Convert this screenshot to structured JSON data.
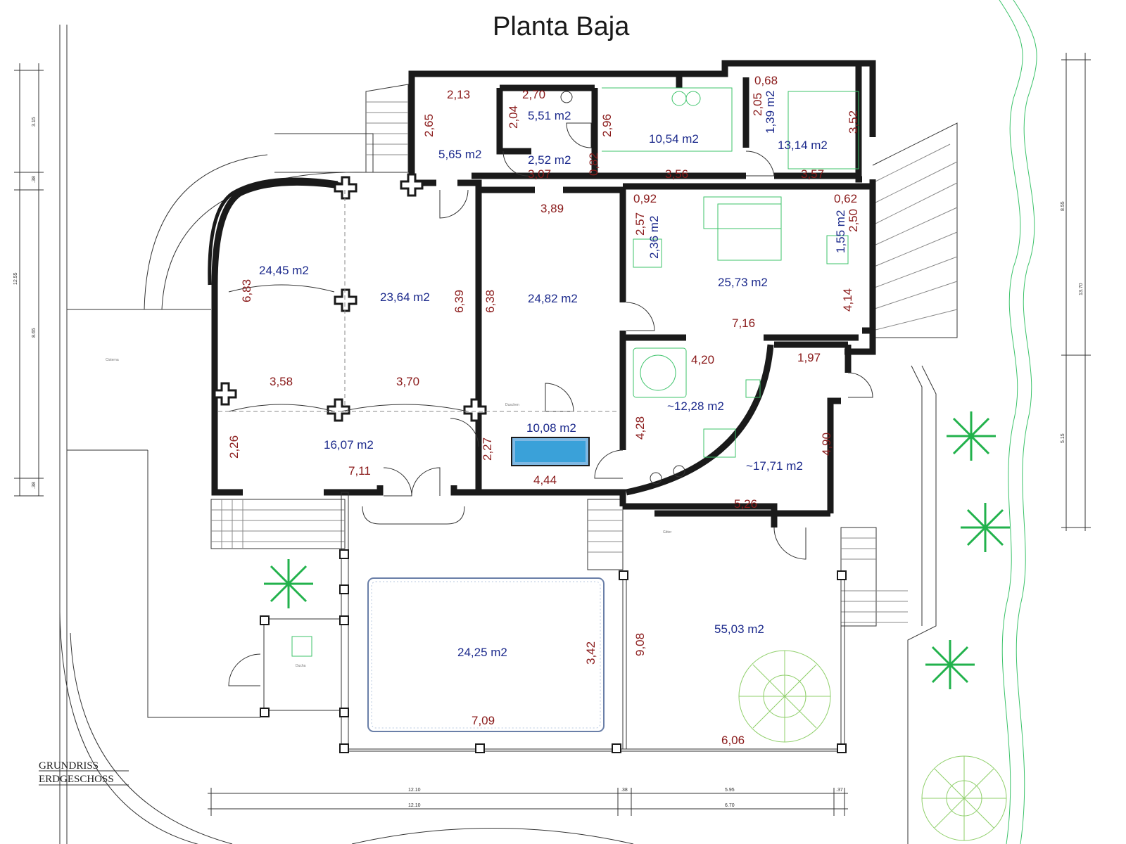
{
  "title": "Planta Baja",
  "caption": {
    "line1": "GRUNDRISS",
    "line2": "ERDGESCHOSS"
  },
  "areas": [
    {
      "id": "a1",
      "text": "5,65 m2"
    },
    {
      "id": "a2",
      "text": "5,51 m2"
    },
    {
      "id": "a3",
      "text": "2,52 m2"
    },
    {
      "id": "a4",
      "text": "10,54 m2"
    },
    {
      "id": "a5",
      "text": "13,14 m2"
    },
    {
      "id": "a6",
      "text": "1,39 m2"
    },
    {
      "id": "a7",
      "text": "24,45 m2"
    },
    {
      "id": "a8",
      "text": "23,64 m2"
    },
    {
      "id": "a9",
      "text": "24,82 m2"
    },
    {
      "id": "a10",
      "text": "25,73 m2"
    },
    {
      "id": "a11",
      "text": "2,36 m2"
    },
    {
      "id": "a12",
      "text": "1,55 m2"
    },
    {
      "id": "a13",
      "text": "~12,28 m2"
    },
    {
      "id": "a14",
      "text": "16,07 m2"
    },
    {
      "id": "a15",
      "text": "10,08 m2"
    },
    {
      "id": "a16",
      "text": "~17,71 m2"
    },
    {
      "id": "a17",
      "text": "24,25 m2"
    },
    {
      "id": "a18",
      "text": "55,03 m2"
    }
  ],
  "dims": [
    {
      "id": "d1",
      "text": "2,13"
    },
    {
      "id": "d2",
      "text": "2,65"
    },
    {
      "id": "d3",
      "text": "2,70"
    },
    {
      "id": "d4",
      "text": "2,04"
    },
    {
      "id": "d5",
      "text": "2,96"
    },
    {
      "id": "d6",
      "text": "0,68"
    },
    {
      "id": "d7",
      "text": "2,05"
    },
    {
      "id": "d8",
      "text": "3,52"
    },
    {
      "id": "d9",
      "text": "3,07"
    },
    {
      "id": "d10",
      "text": "0,82"
    },
    {
      "id": "d11",
      "text": "3,56"
    },
    {
      "id": "d12",
      "text": "3,57"
    },
    {
      "id": "d13",
      "text": "3,89"
    },
    {
      "id": "d14",
      "text": "0,92"
    },
    {
      "id": "d15",
      "text": "2,57"
    },
    {
      "id": "d16",
      "text": "0,62"
    },
    {
      "id": "d17",
      "text": "2,50"
    },
    {
      "id": "d18",
      "text": "6,83"
    },
    {
      "id": "d19",
      "text": "6,39"
    },
    {
      "id": "d20",
      "text": "6,38"
    },
    {
      "id": "d21",
      "text": "4,14"
    },
    {
      "id": "d22",
      "text": "7,16"
    },
    {
      "id": "d23",
      "text": "4,20"
    },
    {
      "id": "d24",
      "text": "1,97"
    },
    {
      "id": "d25",
      "text": "3,58"
    },
    {
      "id": "d26",
      "text": "3,70"
    },
    {
      "id": "d27",
      "text": "4,28"
    },
    {
      "id": "d28",
      "text": "2,26"
    },
    {
      "id": "d29",
      "text": "2,27"
    },
    {
      "id": "d30",
      "text": "4,90"
    },
    {
      "id": "d31",
      "text": "7,11"
    },
    {
      "id": "d32",
      "text": "4,44"
    },
    {
      "id": "d33",
      "text": "5,26"
    },
    {
      "id": "d34",
      "text": "3,42"
    },
    {
      "id": "d35",
      "text": "9,08"
    },
    {
      "id": "d36",
      "text": "7,09"
    },
    {
      "id": "d37",
      "text": "6,06"
    }
  ],
  "scale_dims": {
    "left": [
      "3.15",
      ".38",
      "8.65",
      ".38",
      "12.55"
    ],
    "right": [
      "8.55",
      "5.15",
      "13.70"
    ],
    "bottom": [
      "12.10",
      ".38",
      "5.95",
      ".37",
      "12.10",
      "6.70"
    ]
  },
  "small_labels": {
    "cisterna": "Cisterna",
    "ducha": "Ducha",
    "duschen": "Duschen",
    "gitter": "Gitter"
  },
  "icons": [
    "palm-tree-icon",
    "shrub-icon",
    "pool-icon",
    "shower-icon",
    "bathtub-icon",
    "wc-icon",
    "bed-icon"
  ]
}
